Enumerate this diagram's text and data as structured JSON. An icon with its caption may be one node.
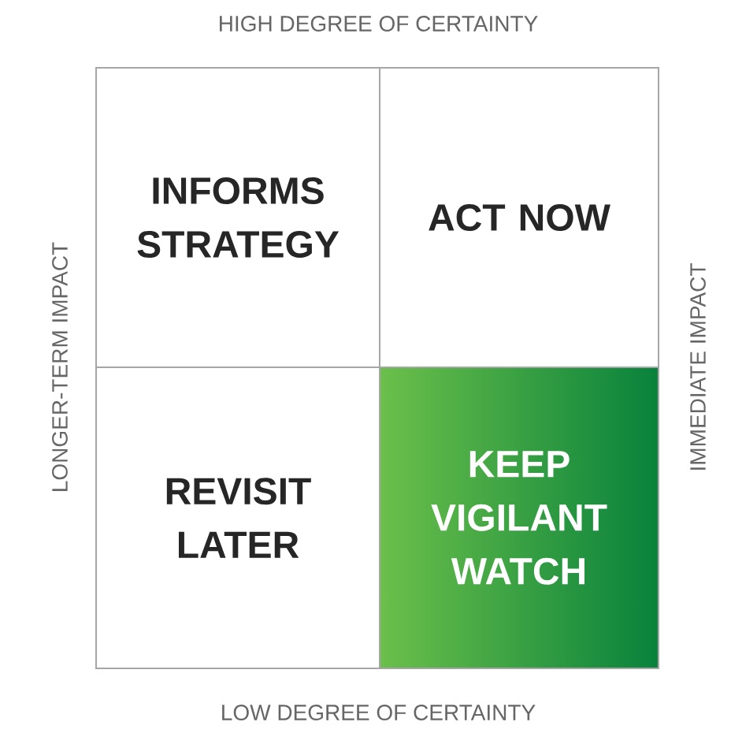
{
  "diagram": {
    "nodes": [
      {
        "text": [
          "INFORMS STRATEGY"
        ]
      },
      {
        "text": [
          "ACT NOW"
        ]
      },
      {
        "text": [
          "REVISIT LATER"
        ]
      },
      {
        "text": [
          "KEEP VIGILANT WATCH"
        ]
      }
    ],
    "labels": [
      "HIGH DEGREE OF CERTAINTY",
      "LONGER-TERM IMPACT",
      "IMMEDIATE IMPACT",
      "LOW DEGREE OF CERTAINTY"
    ]
  }
}
